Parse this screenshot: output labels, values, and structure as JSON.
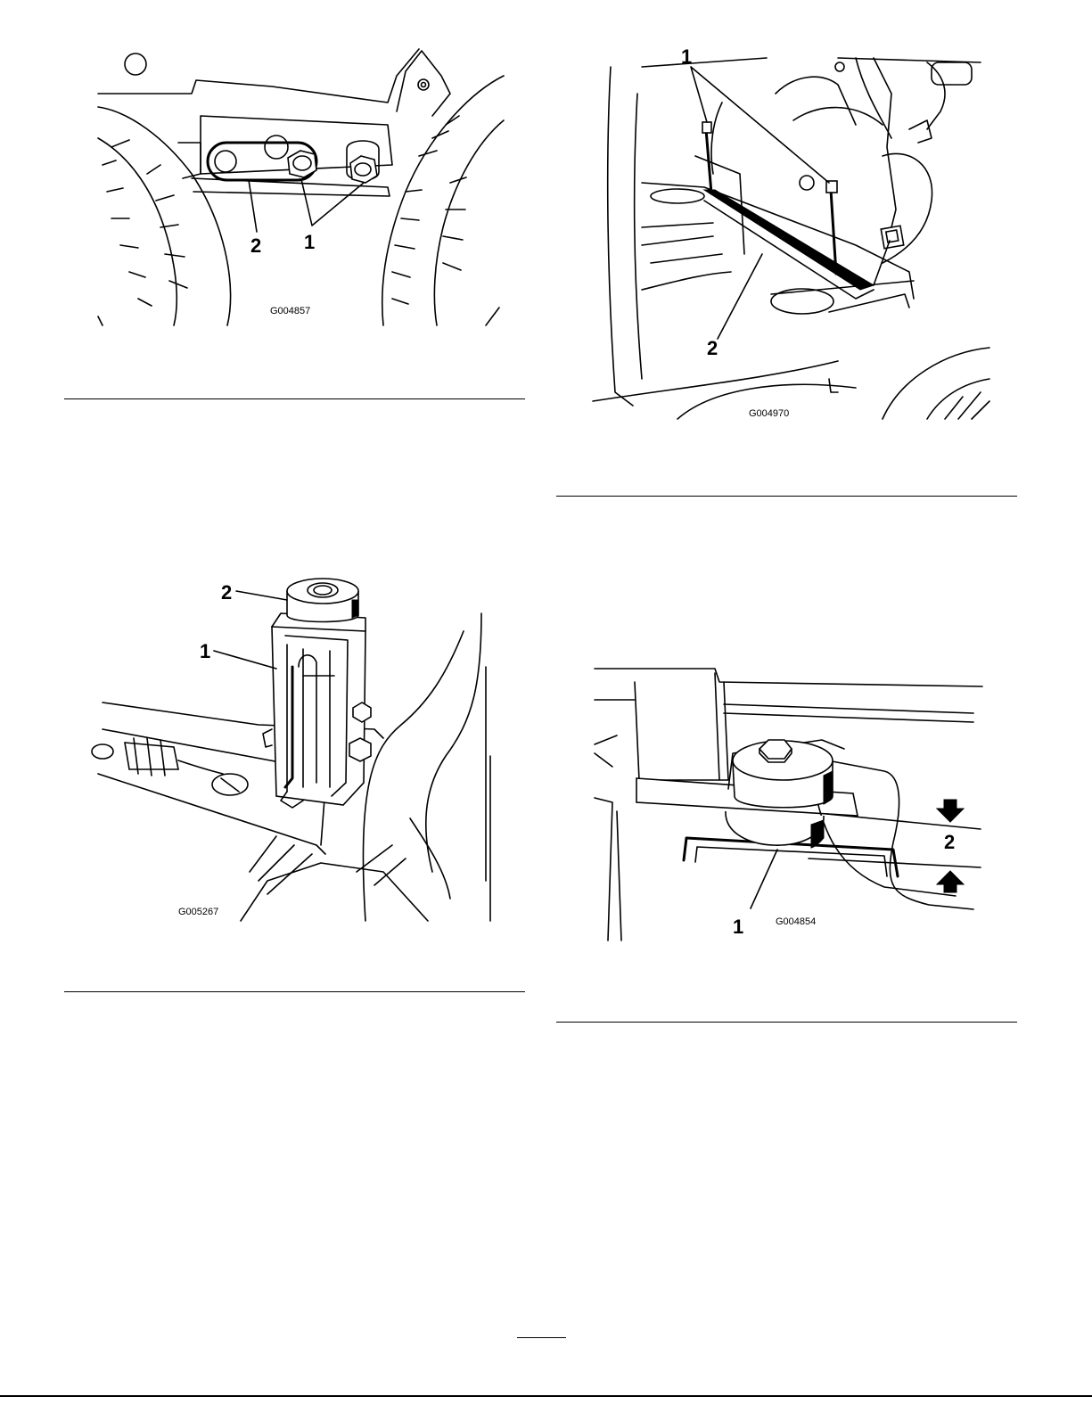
{
  "figures": [
    {
      "id": "fig-a",
      "code": "G004857",
      "callouts": [
        "1",
        "2"
      ]
    },
    {
      "id": "fig-b",
      "code": "G004970",
      "callouts": [
        "1",
        "2"
      ]
    },
    {
      "id": "fig-c",
      "code": "G005267",
      "callouts": [
        "1",
        "2"
      ]
    },
    {
      "id": "fig-d",
      "code": "G004854",
      "callouts": [
        "1",
        "2"
      ]
    }
  ]
}
